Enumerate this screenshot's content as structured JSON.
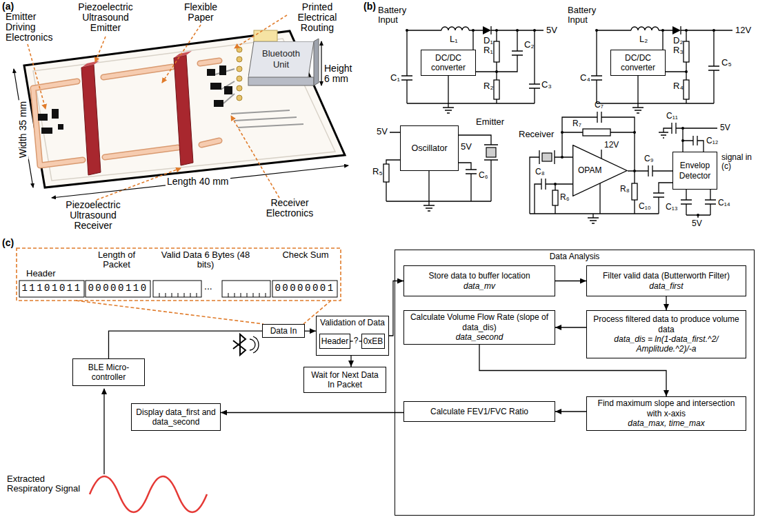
{
  "diagram": {
    "nodes": [
      {
        "text": [
          "Bluetooth Unit"
        ]
      },
      {
        "text": [
          "DC/DC converter"
        ]
      },
      {
        "text": [
          "DC/DC converter"
        ]
      },
      {
        "text": [
          "Oscillator"
        ]
      },
      {
        "text": [
          "OPAM"
        ]
      },
      {
        "text": [
          "Envelop Detector"
        ]
      },
      {
        "text": [
          "Data In"
        ]
      },
      {
        "text": [
          "Validation of Data"
        ]
      },
      {
        "text": [
          "Header"
        ],
        "in": 7
      },
      {
        "text": [
          "0xEB"
        ],
        "in": 7
      },
      {
        "text": [
          "Wait for Next Data In Packet"
        ]
      },
      {
        "text": [
          "BLE Micro-controller"
        ]
      },
      {
        "text": [
          "Data Analysis"
        ]
      },
      {
        "text": [
          "Store data to buffer location",
          "data_mv"
        ],
        "in": 12
      },
      {
        "text": [
          "Filter valid data (Butterworth Filter)",
          "data_first"
        ],
        "in": 12
      },
      {
        "text": [
          "Calculate Volume Flow Rate (slope of data_dis)",
          "data_second"
        ],
        "in": 12
      },
      {
        "text": [
          "Process filtered data to produce volume data",
          "data_dis = ln(1-data_first.^2/ Amplitude.^2)/-a"
        ],
        "in": 12
      },
      {
        "text": [
          "Find maximum slope and intersection with x-axis",
          "data_max, time_max"
        ],
        "in": 12
      },
      {
        "text": [
          "Calculate FEV1/FVC Ratio"
        ],
        "in": 12
      },
      {
        "text": [
          "Display data_first and data_second"
        ]
      }
    ],
    "edges": [
      {
        "from": 11,
        "to": 6,
        "arrow": "none"
      },
      {
        "from": 6,
        "to": 7,
        "arrow": "to"
      },
      {
        "from": 8,
        "to": 9,
        "label": "?",
        "arrow": "none"
      },
      {
        "from": 7,
        "to": 10,
        "arrow": "to"
      },
      {
        "from": 7,
        "to": 13,
        "arrow": "to"
      },
      {
        "from": 13,
        "to": 14,
        "arrow": "to"
      },
      {
        "from": 14,
        "to": 16,
        "arrow": "to"
      },
      {
        "from": 16,
        "to": 15,
        "arrow": "to"
      },
      {
        "from": 15,
        "to": 17,
        "arrow": "to"
      },
      {
        "from": 17,
        "to": 18,
        "arrow": "to"
      },
      {
        "from": 18,
        "to": 19,
        "arrow": "to"
      }
    ],
    "labels": [
      "(a)",
      "Emitter Driving Electronics",
      "Piezoelectric Ultrasound Emitter",
      "Flexible Paper",
      "Printed Electrical Routing",
      "Height 6 mm",
      "Width 35 mm",
      "Length 40 mm",
      "Piezoelectric Ultrasound Receiver",
      "Receiver Electronics",
      "(b)",
      "Battery Input",
      "L₁",
      "D₁",
      "5V",
      "C₁",
      "R₁",
      "C₂",
      "R₂",
      "C₃",
      "Battery Input",
      "L₂",
      "D₂",
      "12V",
      "C₄",
      "R₃",
      "C₅",
      "R₄",
      "5V",
      "R₅",
      "5V",
      "C₆",
      "Emitter",
      "Receiver",
      "C₇",
      "R₇",
      "12V",
      "C₈",
      "R₆",
      "R₈",
      "C₉",
      "C₁₀",
      "C₁₁",
      "5V",
      "C₁₂",
      "signal in (c)",
      "C₁₃",
      "C₁₄",
      "5V",
      "(c)",
      "Header",
      "Length of Packet",
      "Valid Data 6 Bytes (48 bits)",
      "Check Sum",
      "11101011",
      "00000110",
      "...",
      "00000001",
      "Extracted Respiratory Signal"
    ]
  }
}
